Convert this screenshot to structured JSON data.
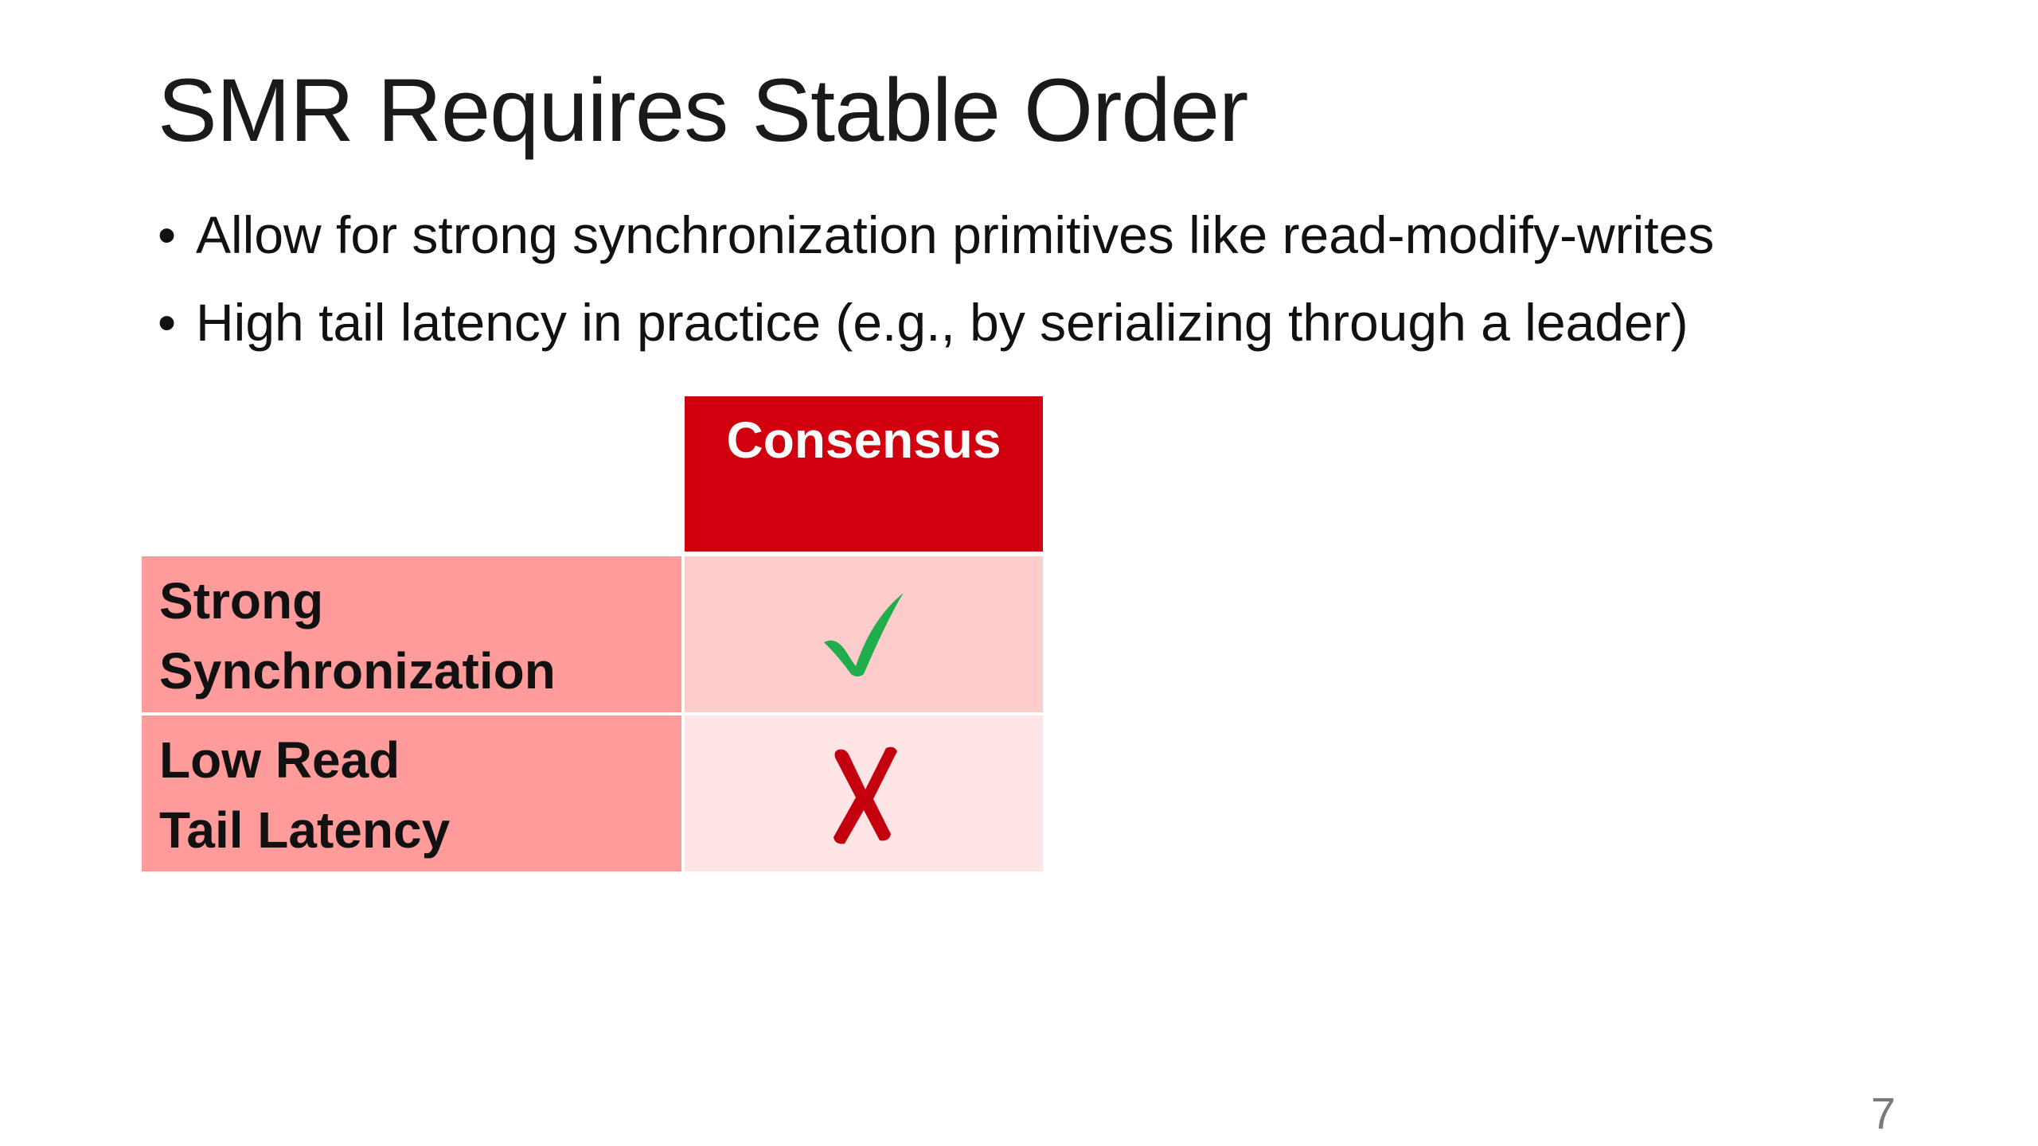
{
  "slide": {
    "title": "SMR Requires Stable Order",
    "bullets": [
      "Allow for strong synchronization primitives like read-modify-writes",
      "High tail latency in practice (e.g., by serializing through a leader)"
    ],
    "table": {
      "column_header": "Consensus",
      "rows": [
        {
          "label_line1": "Strong",
          "label_line2": "Synchronization",
          "value": "check"
        },
        {
          "label_line1": "Low Read",
          "label_line2": "Tail Latency",
          "value": "cross"
        }
      ]
    },
    "page_number": "7",
    "colors": {
      "header_bg": "#d1000f",
      "label_bg": "#ff9b9b",
      "row1_value_bg": "#ffcccc",
      "row2_value_bg": "#ffe5e5",
      "check_color": "#1fae4b",
      "cross_color": "#c4000f"
    },
    "icons": {
      "check": "checkmark-icon",
      "cross": "cross-icon"
    }
  }
}
